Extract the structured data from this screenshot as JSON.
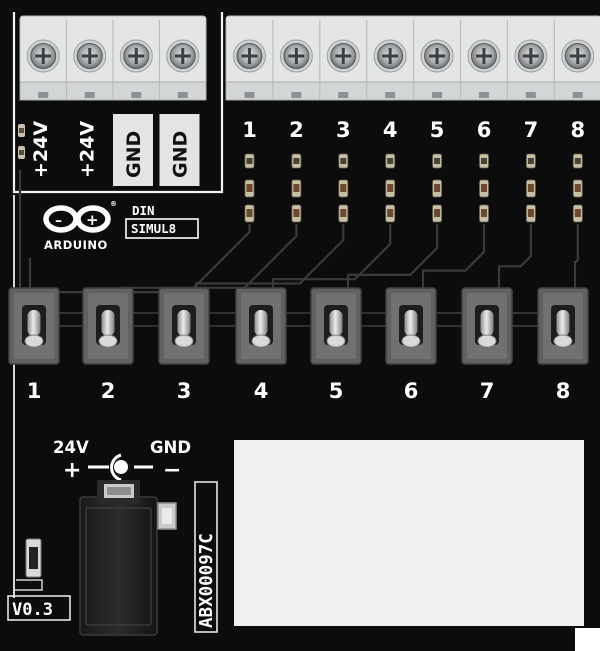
{
  "board": {
    "brand": "ARDUINO",
    "module_line1": "DIN",
    "module_line2": "SIMUL8",
    "version": "V0.3",
    "part_code": "ABX00097C"
  },
  "power_terminals": [
    {
      "label": "+24V"
    },
    {
      "label": "+24V"
    },
    {
      "label": "GND"
    },
    {
      "label": "GND"
    }
  ],
  "output_terminals": [
    {
      "label": "1"
    },
    {
      "label": "2"
    },
    {
      "label": "3"
    },
    {
      "label": "4"
    },
    {
      "label": "5"
    },
    {
      "label": "6"
    },
    {
      "label": "7"
    },
    {
      "label": "8"
    }
  ],
  "switches": [
    {
      "label": "1"
    },
    {
      "label": "2"
    },
    {
      "label": "3"
    },
    {
      "label": "4"
    },
    {
      "label": "5"
    },
    {
      "label": "6"
    },
    {
      "label": "7"
    },
    {
      "label": "8"
    }
  ],
  "power_jack": {
    "voltage_label": "24V",
    "ground_label": "GND",
    "plus_symbol": "+",
    "minus_symbol": "−"
  },
  "colors": {
    "pcb": "#0c0c0d",
    "silkscreen": "#ffffff",
    "terminal": "#e4e6e6",
    "switch_body": "#5f6163"
  }
}
